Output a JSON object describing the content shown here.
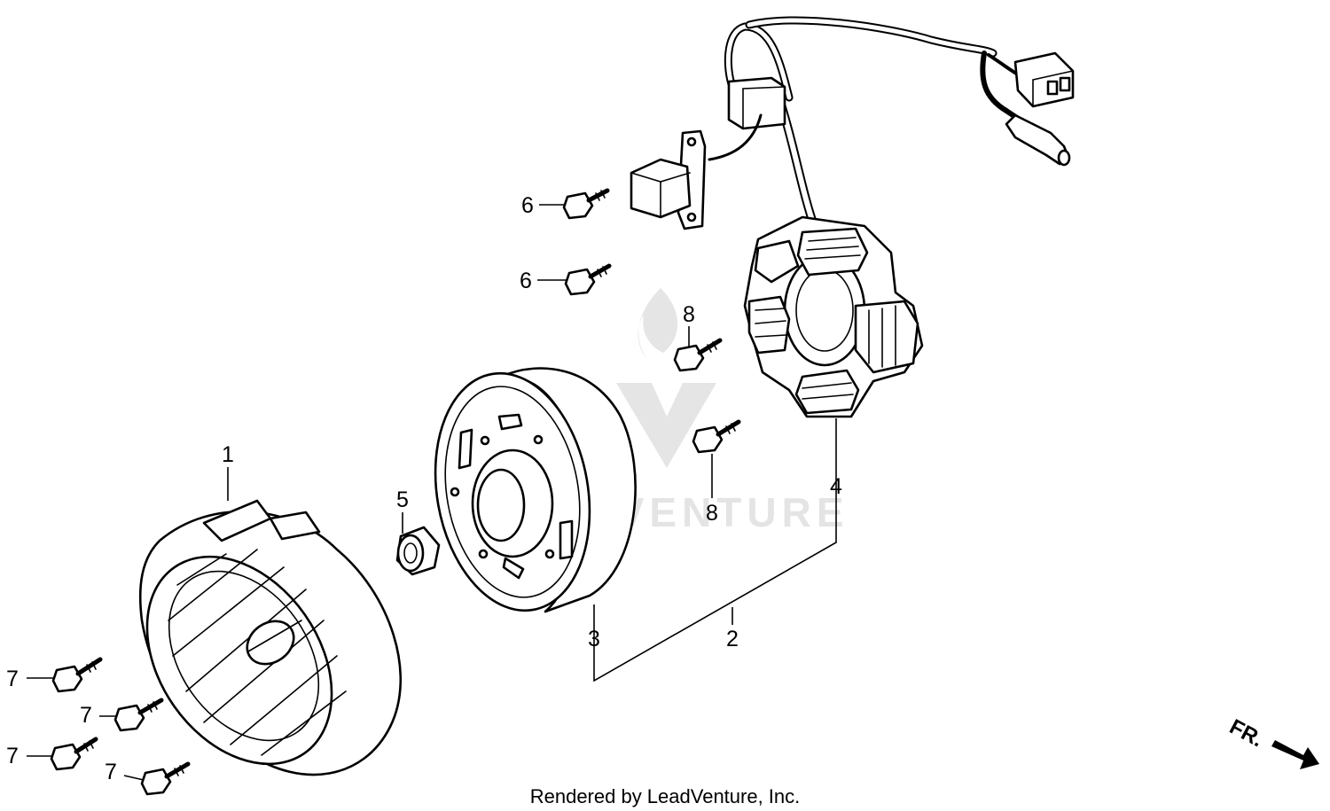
{
  "footer": {
    "rendered_by": "Rendered by LeadVenture, Inc."
  },
  "watermark": {
    "text": "LEADVENTURE"
  },
  "direction_marker": {
    "label": "FR."
  },
  "callouts": {
    "c1": "1",
    "c2": "2",
    "c3": "3",
    "c4": "4",
    "c5": "5",
    "c6a": "6",
    "c6b": "6",
    "c7a": "7",
    "c7b": "7",
    "c7c": "7",
    "c7d": "7",
    "c8a": "8",
    "c8b": "8"
  },
  "parts": [
    {
      "ref": "1",
      "icon": "cooling-fan"
    },
    {
      "ref": "2",
      "icon": "generator-assembly"
    },
    {
      "ref": "3",
      "icon": "flywheel"
    },
    {
      "ref": "4",
      "icon": "stator"
    },
    {
      "ref": "5",
      "icon": "flange-nut"
    },
    {
      "ref": "6",
      "icon": "bolt"
    },
    {
      "ref": "7",
      "icon": "flange-bolt"
    },
    {
      "ref": "8",
      "icon": "flange-bolt"
    }
  ]
}
